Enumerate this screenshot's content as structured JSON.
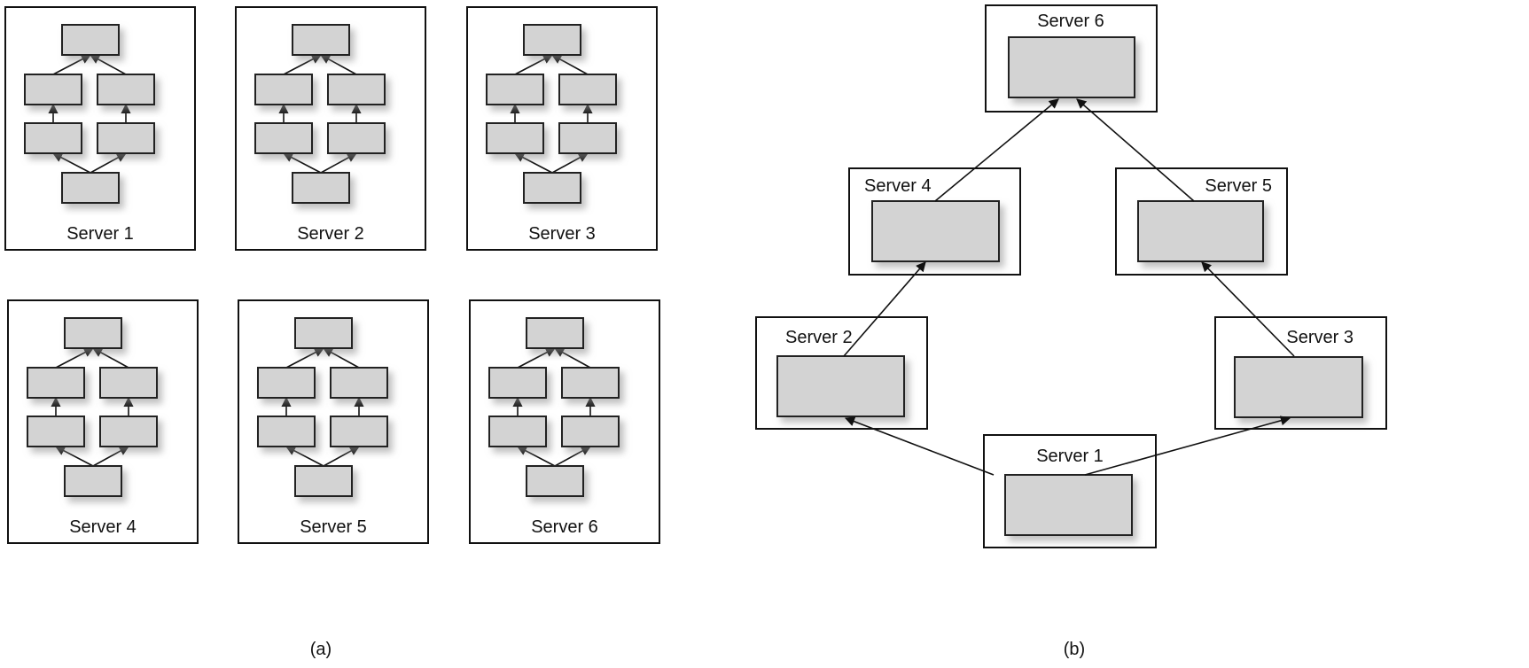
{
  "panels": {
    "a": {
      "caption": "(a)",
      "servers": [
        {
          "label": "Server 1"
        },
        {
          "label": "Server 2"
        },
        {
          "label": "Server 3"
        },
        {
          "label": "Server 4"
        },
        {
          "label": "Server 5"
        },
        {
          "label": "Server 6"
        }
      ]
    },
    "b": {
      "caption": "(b)",
      "servers": [
        {
          "label": "Server 6"
        },
        {
          "label": "Server 4"
        },
        {
          "label": "Server 5"
        },
        {
          "label": "Server 2"
        },
        {
          "label": "Server 3"
        },
        {
          "label": "Server 1"
        }
      ]
    }
  },
  "colors": {
    "node_fill": "#d3d3d3",
    "outline": "#111111",
    "shadow": "#9a9a9a"
  }
}
